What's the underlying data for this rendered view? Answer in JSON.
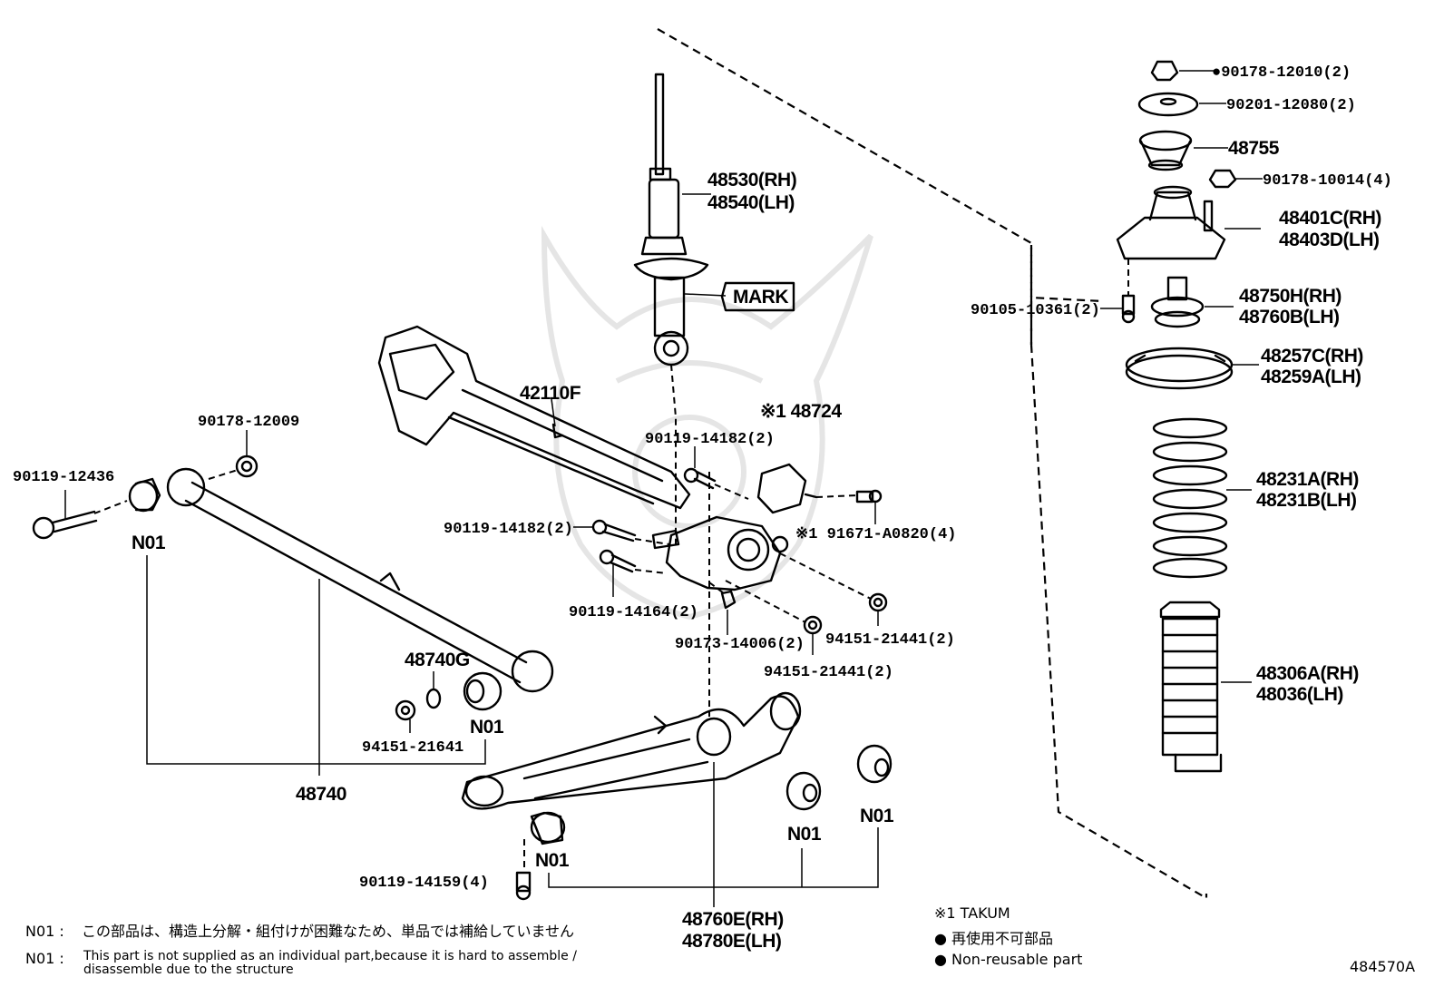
{
  "diagram_id": "484570A",
  "labels": {
    "p48530": "48530(RH)",
    "p48540": "48540(LH)",
    "mark": "MARK",
    "p42110F": "42110F",
    "p48724": "※1 48724",
    "b90119_14182_a": "90119-14182(2)",
    "b90119_14182_b": "90119-14182(2)",
    "s91671": "※1 91671-A0820(4)",
    "b90119_14164": "90119-14164(2)",
    "n90173": "90173-14006(2)",
    "n94151_a": "94151-21441(2)",
    "n94151_b": "94151-21441(2)",
    "n90178_12009": "90178-12009",
    "b90119_12436": "90119-12436",
    "n01_a": "N01",
    "n01_b": "N01",
    "n01_c": "N01",
    "n01_d": "N01",
    "n01_e": "N01",
    "p48740G": "48740G",
    "n94151_21641": "94151-21641",
    "p48740": "48740",
    "b90119_14159": "90119-14159(4)",
    "p48760E": "48760E(RH)",
    "p48780E": "48780E(LH)",
    "n90178_12010": "●90178-12010(2)",
    "w90201": "90201-12080(2)",
    "p48755": "48755",
    "n90178_10014": "90178-10014(4)",
    "p48401C": "48401C(RH)",
    "p48403D": "48403D(LH)",
    "b90105": "90105-10361(2)",
    "p48750H": "48750H(RH)",
    "p48760B": "48760B(LH)",
    "p48257C": "48257C(RH)",
    "p48259A": "48259A(LH)",
    "p48231A": "48231A(RH)",
    "p48231B": "48231B(LH)",
    "p48306A": "48306A(RH)",
    "p48036": "48036(LH)"
  },
  "notes": {
    "n01_jp_key": "N01 :",
    "n01_jp": "この部品は、構造上分解・組付けが困難なため、単品では補給していません",
    "n01_en_key": "N01 :",
    "n01_en_1": "This part is not supplied as an individual part,because it is hard to assemble /",
    "n01_en_2": "disassemble due to the structure",
    "takum": "※1 TAKUM",
    "nonreuse_jp": "● 再使用不可部品",
    "nonreuse_en": "● Non-reusable part"
  }
}
